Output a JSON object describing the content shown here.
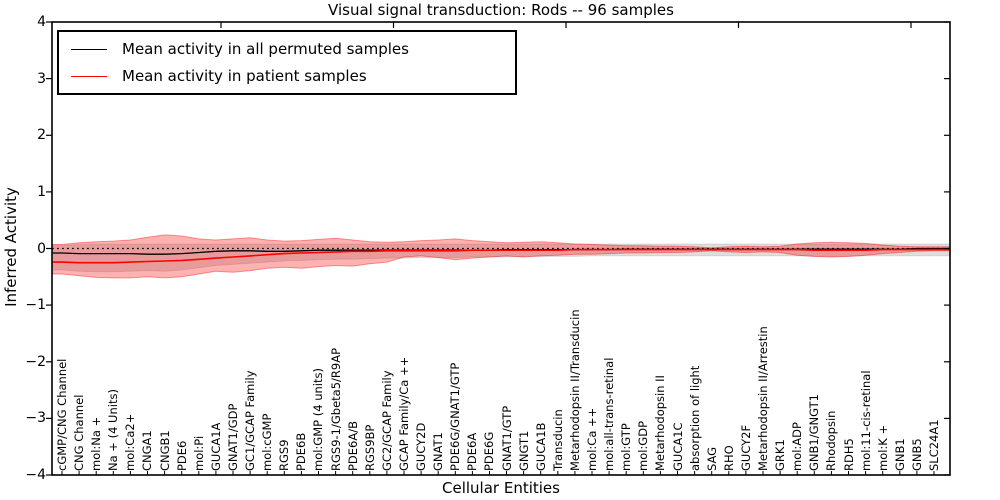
{
  "figure": {
    "title": "Visual signal transduction: Rods -- 96 samples",
    "xlabel": "Cellular Entities",
    "ylabel": "Inferred Activity",
    "yticks": [
      {
        "label": "4",
        "value": 4
      },
      {
        "label": "3",
        "value": 3
      },
      {
        "label": "2",
        "value": 2
      },
      {
        "label": "1",
        "value": 1
      },
      {
        "label": "0",
        "value": 0
      },
      {
        "label": "−1",
        "value": -1
      },
      {
        "label": "−2",
        "value": -2
      },
      {
        "label": "−3",
        "value": -3
      },
      {
        "label": "−4",
        "value": -4
      }
    ],
    "legend": {
      "entries": [
        {
          "label": "Mean activity in all permuted samples",
          "color": "#000000"
        },
        {
          "label": "Mean activity in patient samples",
          "color": "#ff0000"
        }
      ]
    }
  },
  "colors": {
    "permuted_line": "#000000",
    "patient_line": "#ff0000",
    "permuted_band_fill": "rgba(0,0,0,0.13)",
    "permuted_band_edge": "rgba(0,0,0,0.10)",
    "patient_band_fill": "rgba(255,0,0,0.30)",
    "patient_band_edge": "rgba(255,0,0,0.40)",
    "frame": "#000000",
    "background": "#ffffff"
  },
  "chart_data": {
    "type": "line",
    "title": "Visual signal transduction: Rods -- 96 samples",
    "xlabel": "Cellular Entities",
    "ylabel": "Inferred Activity",
    "ylim": [
      -4,
      4
    ],
    "grid": false,
    "legend_position": "upper left",
    "categories": [
      "cGMP/CNG Channel",
      "CNG Channel",
      "mol:Na +",
      "Na + (4 Units)",
      "mol:Ca2+",
      "CNGA1",
      "CNGB1",
      "PDE6",
      "mol:Pi",
      "GUCA1A",
      "GNAT1/GDP",
      "GC1/GCAP Family",
      "mol:cGMP",
      "RGS9",
      "PDE6B",
      "mol:GMP (4 units)",
      "RGS9-1/Gbeta5/R9AP",
      "PDE6A/B",
      "RGS9BP",
      "GC2/GCAP Family",
      "GCAP Family/Ca ++",
      "GUCY2D",
      "GNAT1",
      "PDE6G/GNAT1/GTP",
      "PDE6A",
      "PDE6G",
      "GNAT1/GTP",
      "GNGT1",
      "GUCA1B",
      "Transducin",
      "Metarhodopsin II/Transducin",
      "mol:Ca ++",
      "mol:all-trans-retinal",
      "mol:GTP",
      "mol:GDP",
      "Metarhodopsin II",
      "GUCA1C",
      "absorption of light",
      "SAG",
      "RHO",
      "GUCY2F",
      "Metarhodopsin II/Arrestin",
      "GRK1",
      "mol:ADP",
      "GNB1/GNGT1",
      "Rhodopsin",
      "RDH5",
      "mol:11-cis-retinal",
      "mol:K +",
      "GNB1",
      "GNB5",
      "SLC24A1"
    ],
    "series": [
      {
        "name": "Mean activity in all permuted samples",
        "role": "line",
        "color": "#000000",
        "width": 1.3,
        "values": [
          -0.08,
          -0.09,
          -0.09,
          -0.09,
          -0.09,
          -0.1,
          -0.1,
          -0.09,
          -0.07,
          -0.05,
          -0.04,
          -0.04,
          -0.05,
          -0.05,
          -0.04,
          -0.03,
          -0.03,
          -0.03,
          -0.03,
          -0.03,
          -0.03,
          -0.03,
          -0.03,
          -0.03,
          -0.03,
          -0.03,
          -0.02,
          -0.02,
          -0.02,
          -0.02,
          -0.02,
          -0.02,
          -0.02,
          -0.01,
          -0.01,
          -0.01,
          -0.01,
          -0.01,
          -0.01,
          -0.01,
          -0.01,
          -0.01,
          -0.01,
          -0.01,
          -0.01,
          -0.01,
          -0.01,
          -0.01,
          -0.01,
          -0.01,
          0.0,
          0.0
        ]
      },
      {
        "name": "Mean activity in patient samples",
        "role": "line",
        "color": "#ff0000",
        "width": 1.6,
        "values": [
          -0.24,
          -0.25,
          -0.25,
          -0.25,
          -0.24,
          -0.23,
          -0.22,
          -0.21,
          -0.19,
          -0.17,
          -0.15,
          -0.13,
          -0.11,
          -0.09,
          -0.08,
          -0.07,
          -0.06,
          -0.05,
          -0.05,
          -0.04,
          -0.04,
          -0.04,
          -0.04,
          -0.04,
          -0.03,
          -0.03,
          -0.03,
          -0.03,
          -0.03,
          -0.03,
          -0.02,
          -0.02,
          -0.02,
          -0.02,
          -0.02,
          -0.02,
          -0.02,
          -0.02,
          -0.02,
          -0.02,
          -0.02,
          -0.02,
          -0.02,
          -0.02,
          -0.03,
          -0.03,
          -0.03,
          -0.03,
          -0.02,
          -0.02,
          -0.02,
          -0.02
        ]
      },
      {
        "name": "Permuted samples std band",
        "role": "band",
        "fillKey": "permuted_band_fill",
        "edgeKey": "permuted_band_edge",
        "upper": [
          0.06,
          0.07,
          0.08,
          0.08,
          0.08,
          0.08,
          0.08,
          0.08,
          0.08,
          0.08,
          0.08,
          0.08,
          0.08,
          0.08,
          0.08,
          0.08,
          0.08,
          0.08,
          0.08,
          0.08,
          0.08,
          0.08,
          0.08,
          0.08,
          0.08,
          0.08,
          0.08,
          0.08,
          0.08,
          0.08,
          0.08,
          0.08,
          0.08,
          0.08,
          0.08,
          0.08,
          0.08,
          0.08,
          0.08,
          0.08,
          0.08,
          0.08,
          0.08,
          0.08,
          0.08,
          0.08,
          0.08,
          0.08,
          0.08,
          0.08,
          0.08,
          0.08
        ],
        "lower": [
          -0.38,
          -0.4,
          -0.41,
          -0.41,
          -0.4,
          -0.39,
          -0.4,
          -0.38,
          -0.34,
          -0.3,
          -0.28,
          -0.26,
          -0.24,
          -0.22,
          -0.21,
          -0.2,
          -0.19,
          -0.19,
          -0.18,
          -0.17,
          -0.17,
          -0.16,
          -0.16,
          -0.16,
          -0.15,
          -0.15,
          -0.15,
          -0.14,
          -0.14,
          -0.14,
          -0.14,
          -0.13,
          -0.13,
          -0.13,
          -0.13,
          -0.13,
          -0.13,
          -0.13,
          -0.13,
          -0.13,
          -0.13,
          -0.13,
          -0.13,
          -0.13,
          -0.14,
          -0.14,
          -0.14,
          -0.13,
          -0.13,
          -0.13,
          -0.13,
          -0.13
        ]
      },
      {
        "name": "Patient samples std band",
        "role": "band",
        "fillKey": "patient_band_fill",
        "edgeKey": "patient_band_edge",
        "upper": [
          0.07,
          0.1,
          0.12,
          0.13,
          0.15,
          0.2,
          0.24,
          0.22,
          0.17,
          0.15,
          0.17,
          0.19,
          0.15,
          0.13,
          0.14,
          0.16,
          0.18,
          0.15,
          0.12,
          0.11,
          0.12,
          0.14,
          0.15,
          0.17,
          0.14,
          0.12,
          0.1,
          0.11,
          0.12,
          0.1,
          0.08,
          0.07,
          0.06,
          0.05,
          0.05,
          0.04,
          0.04,
          0.03,
          0.01,
          0.03,
          0.04,
          0.03,
          0.04,
          0.08,
          0.1,
          0.11,
          0.1,
          0.09,
          0.06,
          0.04,
          0.03,
          0.03
        ],
        "lower": [
          -0.45,
          -0.48,
          -0.51,
          -0.52,
          -0.52,
          -0.5,
          -0.52,
          -0.5,
          -0.45,
          -0.4,
          -0.42,
          -0.39,
          -0.35,
          -0.33,
          -0.35,
          -0.32,
          -0.3,
          -0.31,
          -0.27,
          -0.24,
          -0.15,
          -0.13,
          -0.16,
          -0.2,
          -0.17,
          -0.15,
          -0.13,
          -0.15,
          -0.13,
          -0.12,
          -0.1,
          -0.1,
          -0.09,
          -0.08,
          -0.08,
          -0.07,
          -0.07,
          -0.06,
          -0.04,
          -0.06,
          -0.07,
          -0.06,
          -0.07,
          -0.12,
          -0.14,
          -0.15,
          -0.14,
          -0.12,
          -0.09,
          -0.07,
          -0.05,
          -0.04
        ]
      },
      {
        "name": "Zero reference",
        "role": "reference",
        "style": "dotted",
        "color": "#000000",
        "value": 0
      }
    ]
  }
}
